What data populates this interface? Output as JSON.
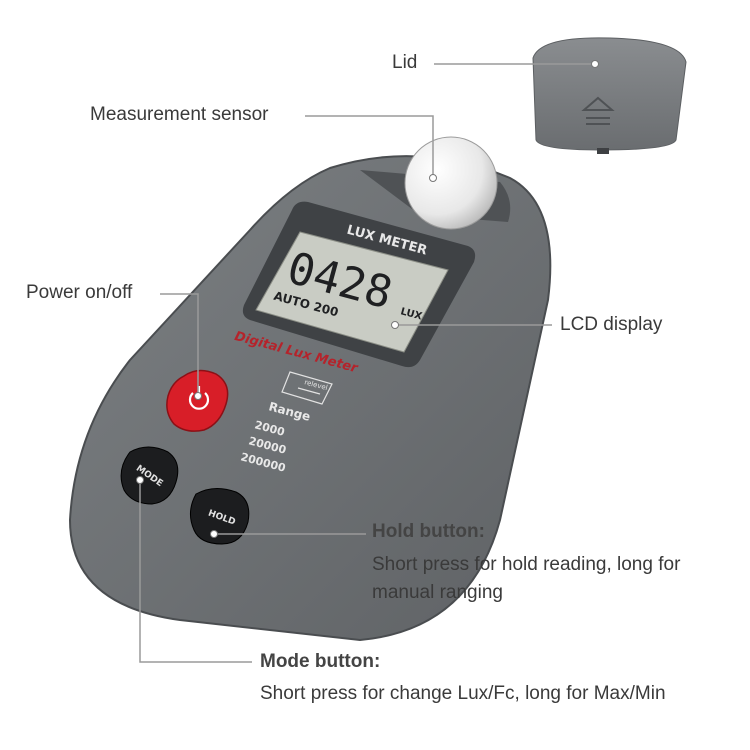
{
  "callouts": {
    "lid": "Lid",
    "sensor": "Measurement sensor",
    "power": "Power on/off",
    "lcd": "LCD display",
    "hold_title": "Hold button:",
    "hold_desc_line1": "Short press for hold reading, long for",
    "hold_desc_line2": "manual ranging",
    "mode_title": "Mode button:",
    "mode_desc": "Short press for change Lux/Fc, long for Max/Min"
  },
  "device": {
    "lcd_header": "LUX METER",
    "lcd_reading": "0428",
    "lcd_mode": "AUTO 200",
    "lcd_unit": "LUX",
    "brand_text": "Digital Lux Meter",
    "relevel_label": "relevel",
    "range_title": "Range",
    "ranges": [
      "2000",
      "20000",
      "200000"
    ],
    "mode_key": "MODE",
    "hold_key": "HOLD"
  },
  "colors": {
    "body": "#6e7174",
    "body_dark": "#55585b",
    "lcd": "#c9ccc4",
    "power": "#d81e28",
    "brand_red": "#b5232b",
    "line": "#9a9a9a"
  }
}
